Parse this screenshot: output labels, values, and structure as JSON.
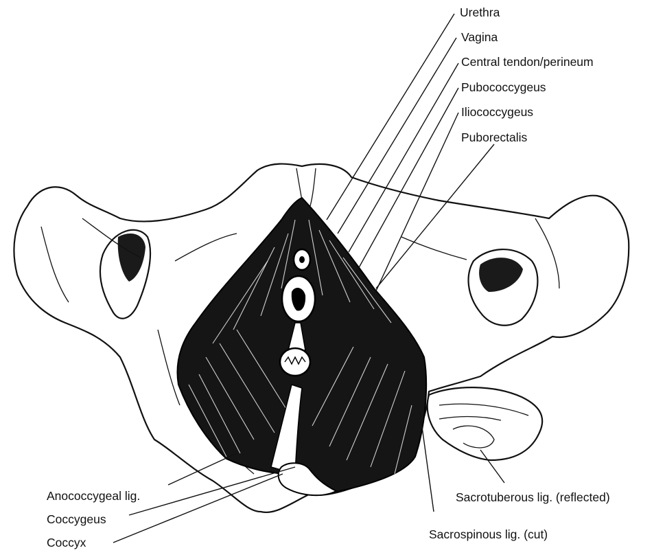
{
  "labels": {
    "urethra": "Urethra",
    "vagina": "Vagina",
    "central_tendon": "Central tendon/perineum",
    "pubococcygeus": "Pubococcygeus",
    "iliococcygeus": "Iliococcygeus",
    "puborectalis": "Puborectalis",
    "anococcygeal": "Anococcygeal lig.",
    "coccygeus": "Coccygeus",
    "coccyx": "Coccyx",
    "sacrotuberous": "Sacrotuberous lig. (reflected)",
    "sacrospinous": "Sacrospinous lig. (cut)"
  }
}
